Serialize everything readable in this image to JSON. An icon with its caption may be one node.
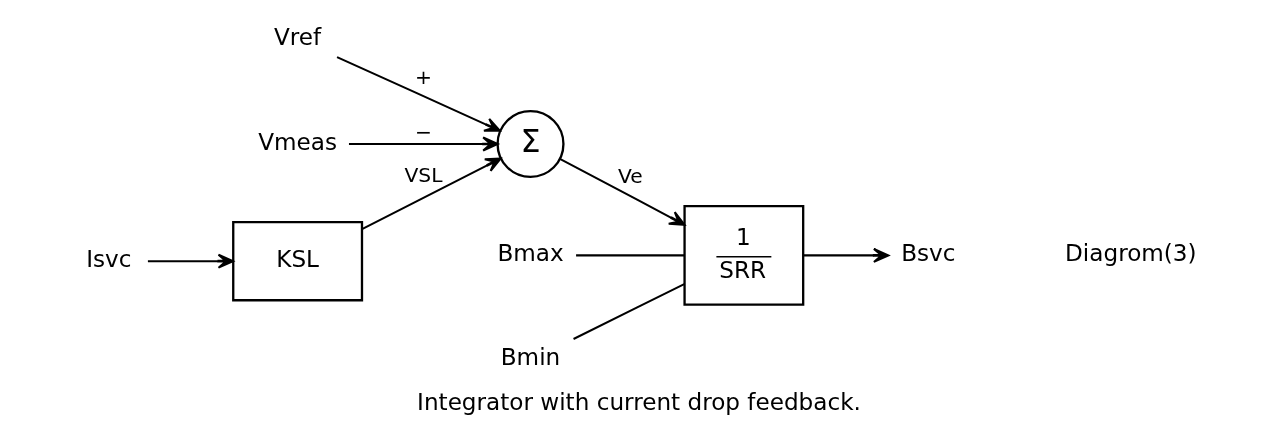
{
  "diagram": {
    "caption": "Integrator with current drop feedback.",
    "nodes": [
      {
        "text": [
          "Vref"
        ]
      },
      {
        "text": [
          "Vmeas"
        ]
      },
      {
        "text": [
          "Σ"
        ]
      },
      {
        "text": [
          "1",
          "SRR"
        ]
      },
      {
        "text": [
          "Bsvc"
        ]
      },
      {
        "text": [
          "KSL"
        ]
      },
      {
        "text": [
          "Isvc"
        ]
      },
      {
        "text": [
          "Bmax"
        ]
      },
      {
        "text": [
          "Bmin"
        ]
      }
    ],
    "edges": [
      {
        "from": 0,
        "to": 2,
        "arrow": "to",
        "label": "+"
      },
      {
        "from": 1,
        "to": 2,
        "arrow": "to",
        "label": "−"
      },
      {
        "from": 2,
        "to": 3,
        "arrow": "to",
        "label": "Ve"
      },
      {
        "from": 3,
        "to": 4,
        "arrow": "to"
      },
      {
        "from": 5,
        "to": 2,
        "arrow": "to",
        "label": "VSL"
      },
      {
        "from": 6,
        "to": 5,
        "arrow": "to"
      },
      {
        "from": 7,
        "to": 3,
        "arrow": "none"
      },
      {
        "from": 8,
        "to": 3,
        "arrow": "none"
      }
    ],
    "labels": [
      "Diagrom(3)"
    ]
  }
}
